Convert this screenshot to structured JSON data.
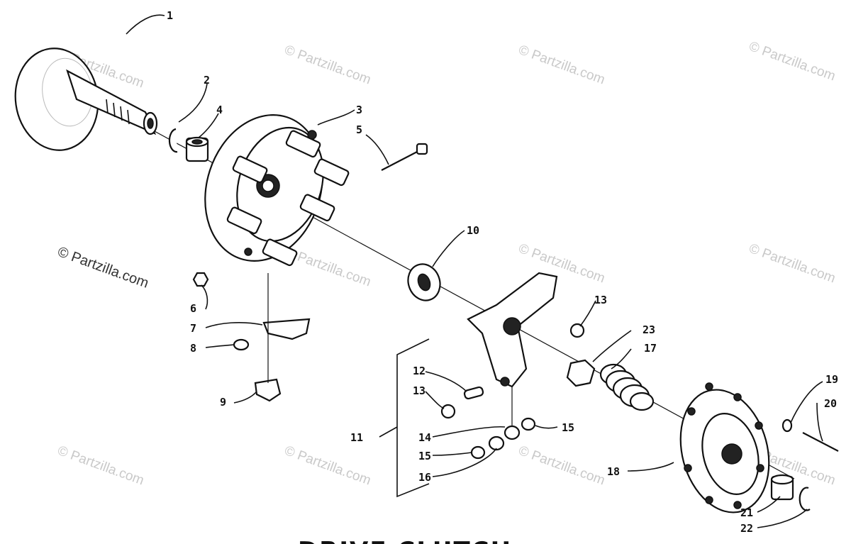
{
  "callouts": [
    "1",
    "2",
    "3",
    "4",
    "5",
    "6",
    "7",
    "8",
    "9",
    "10",
    "11",
    "12",
    "13",
    "13",
    "14",
    "15",
    "15",
    "16",
    "17",
    "18",
    "19",
    "20",
    "21",
    "22",
    "23"
  ],
  "watermark": "© Partzilla.com",
  "watermark_main": "© Partzilla.com",
  "title_text": "DRIVE CLUTCH"
}
